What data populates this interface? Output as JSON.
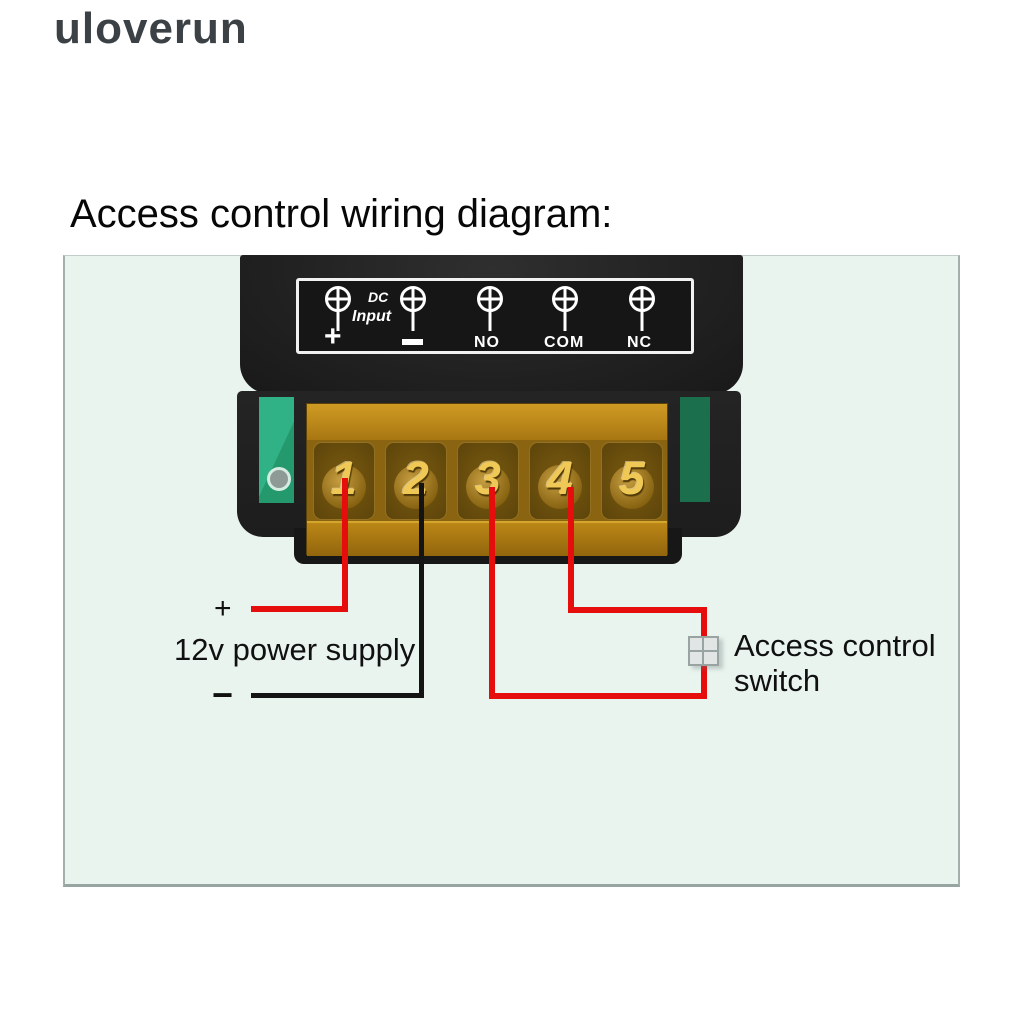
{
  "watermark": "uloverun",
  "title": "Access control wiring diagram:",
  "device": {
    "panel": {
      "dc_line1": "DC",
      "dc_line2": "Input",
      "plus": "+",
      "minus": "−",
      "no": "NO",
      "com": "COM",
      "nc": "NC"
    },
    "terminals": [
      "1",
      "2",
      "3",
      "4",
      "5"
    ]
  },
  "annotations": {
    "power_plus": "+",
    "power_label": "12v power supply",
    "power_minus": "−",
    "switch_line1": "Access control",
    "switch_line2": "switch"
  },
  "colors": {
    "panel_background": "#eaf4ef",
    "wire_red": "#e60d0d",
    "wire_black": "#141414",
    "device_body": "#212121",
    "terminal_block_amber": "#8a6410",
    "terminal_number_gold": "#f0c855",
    "pcb_green_left": "#2aa87c",
    "pcb_green_right": "#1b6f4c",
    "watermark_color": "#3b4145"
  }
}
